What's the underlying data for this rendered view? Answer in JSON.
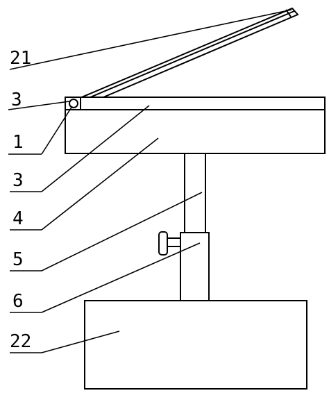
{
  "callouts": {
    "c21": "21",
    "c3a": "3",
    "c1": "1",
    "c3b": "3",
    "c4": "4",
    "c5": "5",
    "c6": "6",
    "c22": "22"
  }
}
